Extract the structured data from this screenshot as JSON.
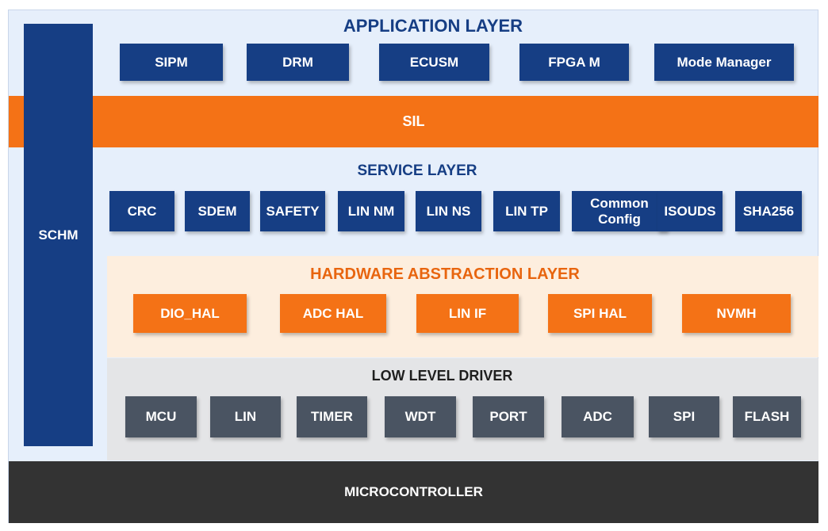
{
  "application_layer": {
    "title": "APPLICATION LAYER",
    "modules": [
      "SIPM",
      "DRM",
      "ECUSM",
      "FPGA M",
      "Mode Manager"
    ]
  },
  "sil": {
    "label": "SIL"
  },
  "service_layer": {
    "title": "SERVICE LAYER",
    "modules": [
      "CRC",
      "SDEM",
      "SAFETY",
      "LIN NM",
      "LIN NS",
      "LIN TP",
      "Common Config",
      "ISOUDS",
      "SHA256"
    ]
  },
  "hal_layer": {
    "title": "HARDWARE ABSTRACTION LAYER",
    "modules": [
      "DIO_HAL",
      "ADC HAL",
      "LIN IF",
      "SPI HAL",
      "NVMH"
    ]
  },
  "low_level_driver": {
    "title": "LOW LEVEL DRIVER",
    "modules": [
      "MCU",
      "LIN",
      "TIMER",
      "WDT",
      "PORT",
      "ADC",
      "SPI",
      "FLASH"
    ]
  },
  "schm": {
    "label": "SCHM"
  },
  "microcontroller": {
    "label": "MICROCONTROLLER"
  },
  "colors": {
    "application_box": "#163e84",
    "sil_band": "#f47216",
    "hal_background": "#fdeede",
    "driver_background": "#e4e5e7",
    "driver_box": "#4a5462",
    "microcontroller": "#333333",
    "title_blue": "#163e84",
    "title_orange": "#e8650f"
  }
}
